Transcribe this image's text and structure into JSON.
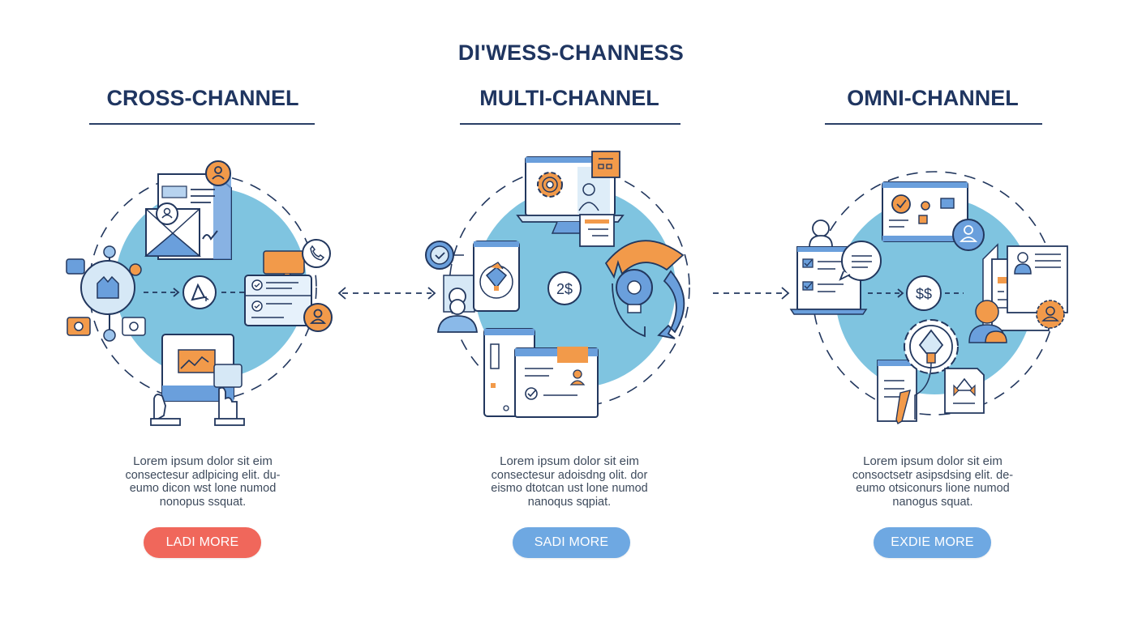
{
  "header": {
    "title": "DI'WESS-CHANNESS"
  },
  "colors": {
    "navy": "#1f3560",
    "accent_orange": "#f29a4a",
    "accent_blue": "#5b95d6",
    "circle_blue": "#7fc4e0",
    "button_red": "#f0675b",
    "button_blue": "#6ea8e2"
  },
  "columns": [
    {
      "title": "CROSS-CHANNEL",
      "center_badge": "",
      "description": [
        "Lorem ipsum dolor sit eim",
        "consectesur adlpicing elit. du-",
        "eumo dicon wst lone numod",
        "nonopus ssquat."
      ],
      "button_label": "LADI MORE",
      "icons": [
        "document-icon",
        "envelope-icon",
        "user-avatar-icon",
        "network-user-icon",
        "cursor-icon",
        "chat-bubble-icon",
        "phone-icon",
        "checklist-icon",
        "tablet-chart-icon",
        "hands-icon"
      ]
    },
    {
      "title": "MULTI-CHANNEL",
      "center_badge": "2$",
      "description": [
        "Lorem ipsum dolor sit eim",
        "consectesur adoisdng olit. dor",
        "eismo dtotcan ust lone numod",
        "nanoqus sqpiat."
      ],
      "button_label": "SADI MORE",
      "icons": [
        "desktop-monitor-icon",
        "gear-icon",
        "chat-bubble-icon",
        "smartphone-icon",
        "check-badge-icon",
        "user-icon",
        "cycle-arrows-icon",
        "lightbulb-icon",
        "tablet-icon",
        "browser-window-icon"
      ]
    },
    {
      "title": "OMNI-CHANNEL",
      "center_badge": "$$",
      "description": [
        "Lorem ipsum dolor sit eim",
        "consoctsetr asipsdsing elit. de-",
        "eumo otsiconurs lione numod",
        "nanogus squat."
      ],
      "button_label": "EXDIE MORE",
      "icons": [
        "browser-dashboard-icon",
        "user-avatar-icon",
        "laptop-checklist-icon",
        "chat-bubble-icon",
        "profile-document-icon",
        "team-icon",
        "gear-lightbulb-icon",
        "document-pen-icon",
        "design-file-icon"
      ]
    }
  ]
}
